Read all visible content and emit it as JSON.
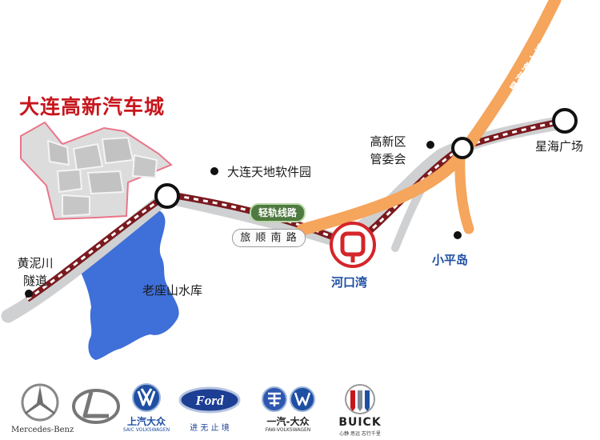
{
  "map": {
    "title": "大连高新汽车城",
    "places": {
      "software_park": "大连天地软件园",
      "tunnel_line1": "黄泥川",
      "tunnel_line2": "隧道",
      "reservoir": "老座山水库",
      "hq_line1": "高新区",
      "hq_line2": "管委会",
      "square": "星海广场",
      "xiaopingdao": "小平岛",
      "hekouwan": "河口湾"
    },
    "road_label": "旅 顺 南 路",
    "rail_label": "轻轨线路",
    "bridge_label": "星海湾大桥",
    "colors": {
      "title_red": "#c8161d",
      "rail": "#7a1a1f",
      "road": "#cfd0d2",
      "bridge": "#f5a55c",
      "water": "#3f6fd8",
      "station_marker": "#d4252a",
      "district_blue": "#1f4fa3",
      "car_city_fill": "#dcdcdc",
      "car_city_border": "#e9768a"
    },
    "icons": [
      "station-ring-icon",
      "hekouwan-station-icon",
      "location-dot-icon"
    ]
  },
  "brands": {
    "mercedes": {
      "text": "Mercedes-Benz",
      "icon": "mercedes-star-icon"
    },
    "lexus": {
      "icon": "lexus-l-icon"
    },
    "saic_vw": {
      "cn": "上汽大众",
      "en": "SAIC VOLKSWAGEN",
      "icon": "vw-icon"
    },
    "ford": {
      "badge": "Ford",
      "cn": "进 无 止 境",
      "icon": "ford-oval-icon"
    },
    "faw_vw": {
      "cn": "一汽-大众",
      "en": "FAW-VOLKSWAGEN",
      "icon": "faw-icon"
    },
    "buick": {
      "text": "BUICK",
      "sub": "心静 思远 志行千里",
      "icon": "buick-shield-icon"
    }
  }
}
